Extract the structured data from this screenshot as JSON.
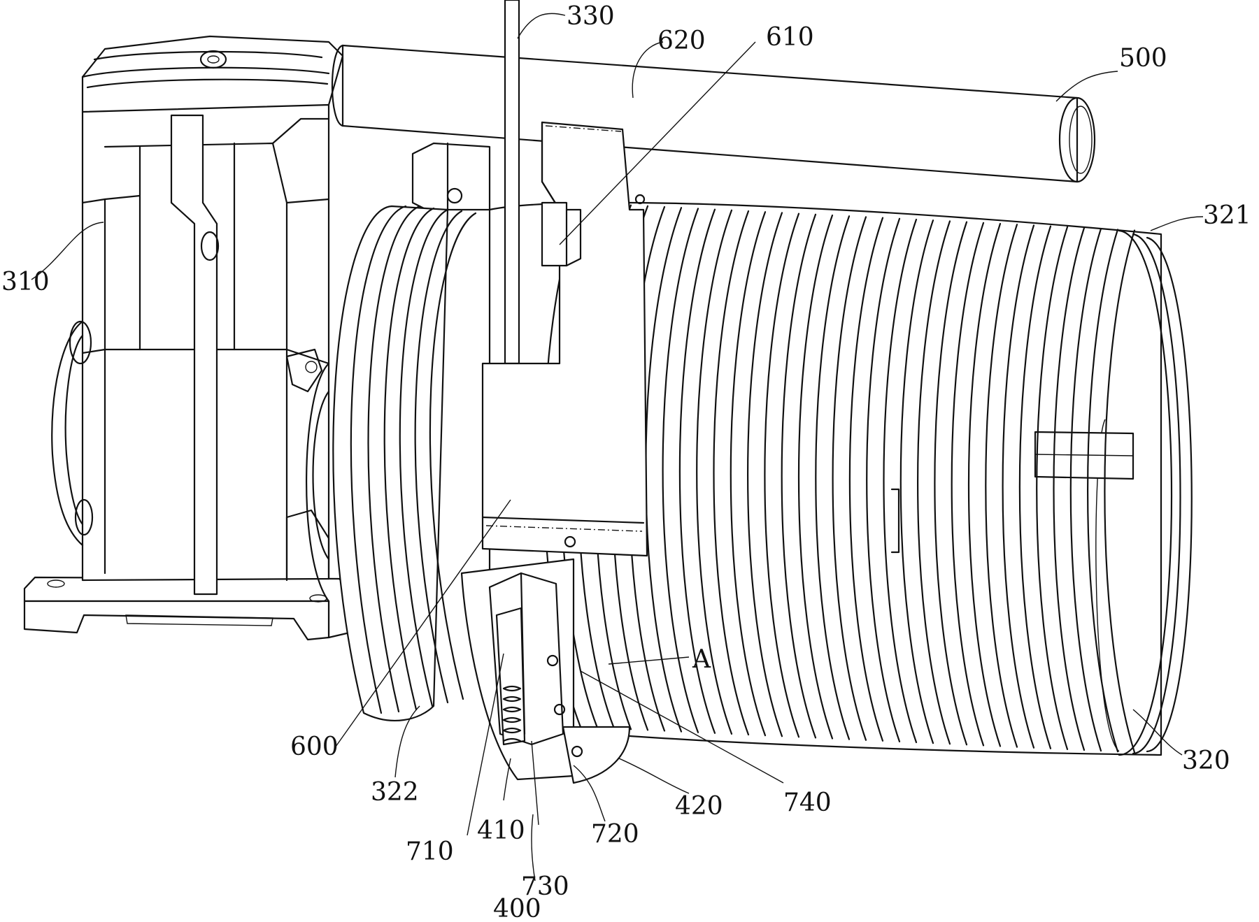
{
  "figure": {
    "labels": [
      {
        "id": "330",
        "text": "330"
      },
      {
        "id": "620",
        "text": "620"
      },
      {
        "id": "610",
        "text": "610"
      },
      {
        "id": "500",
        "text": "500"
      },
      {
        "id": "321",
        "text": "321"
      },
      {
        "id": "310",
        "text": "310"
      },
      {
        "id": "A",
        "text": "A"
      },
      {
        "id": "600",
        "text": "600"
      },
      {
        "id": "322",
        "text": "322"
      },
      {
        "id": "740",
        "text": "740"
      },
      {
        "id": "320",
        "text": "320"
      },
      {
        "id": "420",
        "text": "420"
      },
      {
        "id": "720",
        "text": "720"
      },
      {
        "id": "410",
        "text": "410"
      },
      {
        "id": "710",
        "text": "710"
      },
      {
        "id": "730",
        "text": "730"
      },
      {
        "id": "400",
        "text": "400"
      }
    ]
  }
}
